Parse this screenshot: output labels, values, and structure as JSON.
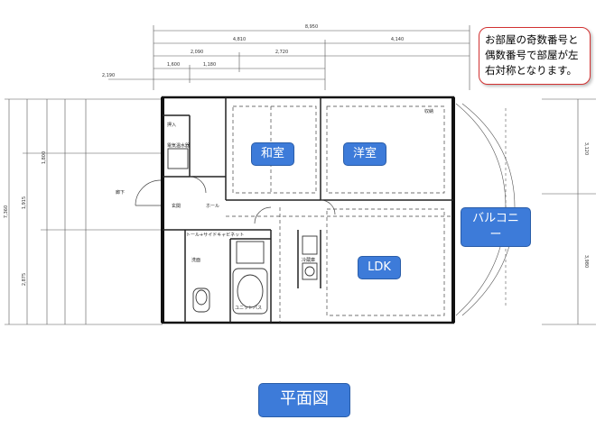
{
  "rooms": {
    "washitsu": "和室",
    "youshitsu": "洋室",
    "ldk": "LDK",
    "balcony": "バルコニー"
  },
  "note": {
    "lines": [
      "お部屋の奇数番号と",
      "偶数番号で部屋が左",
      "右対称となります。"
    ],
    "border_color": "#d23232"
  },
  "title": "平面図",
  "label_color": "#3d7bd9",
  "dimensions": {
    "top_total": "8,950",
    "top_left": "4,810",
    "top_right": "4,140",
    "top_sub1": "2,090",
    "top_sub2": "2,720",
    "top_sub3": "1,600",
    "top_sub4": "1,180",
    "left_a": "2,190",
    "right_a": "3,120",
    "right_b": "3,980",
    "left_total": "7,360",
    "left_b": "1,800",
    "left_c": "1,915",
    "left_d": "2,875"
  },
  "plan_texts": {
    "closet": "押入",
    "water_heater": "電気温水器",
    "entrance": "玄関",
    "hall": "ホール",
    "corridor": "廊下",
    "unit_bath": "ユニットバス",
    "toilet_cabinet": "トール+サイドキャビネット",
    "washroom": "洗面",
    "fridge": "冷蔵庫",
    "storage": "収納"
  }
}
